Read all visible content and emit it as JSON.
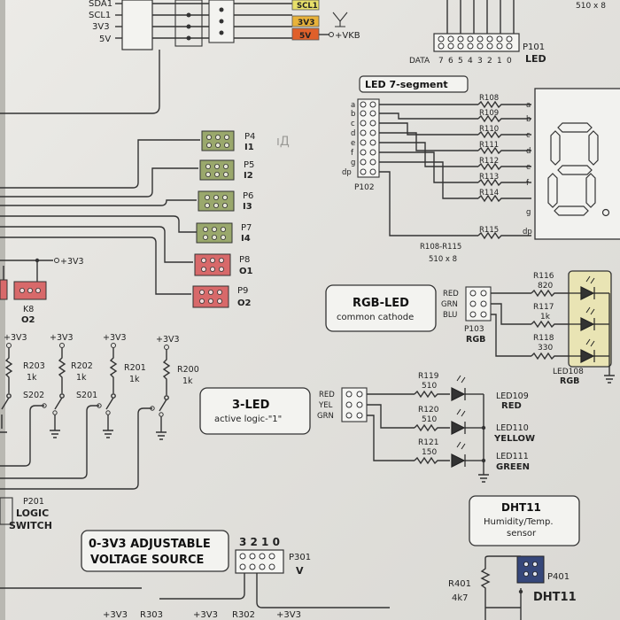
{
  "top_connector": {
    "left_pins": [
      "SDA1",
      "SCL1",
      "3V3",
      "5V"
    ],
    "badges": [
      "SCL1",
      "3V3",
      "5V"
    ],
    "badge_colors": [
      "#e8e06a",
      "#e8b23a",
      "#e0602a"
    ],
    "vkb_label": "+VKB",
    "corner_text": "510 x 8"
  },
  "p101": {
    "label": "P101",
    "caption": "LED",
    "data_label": "DATA",
    "data_pins": [
      "7",
      "6",
      "5",
      "4",
      "3",
      "2",
      "1",
      "0"
    ]
  },
  "led7": {
    "title": "LED 7-segment",
    "pin_labels": [
      "a",
      "b",
      "c",
      "d",
      "e",
      "f",
      "g",
      "dp"
    ],
    "resistors": [
      "R108",
      "R109",
      "R110",
      "R111",
      "R112",
      "R113",
      "R114",
      "R115"
    ],
    "connector": "P102",
    "caption_line1": "R108-R115",
    "caption_line2": "510 x 8"
  },
  "inputs": [
    {
      "name": "P4",
      "sub": "I1"
    },
    {
      "name": "P5",
      "sub": "I2"
    },
    {
      "name": "P6",
      "sub": "I3"
    },
    {
      "name": "P7",
      "sub": "I4"
    }
  ],
  "outputs": [
    {
      "name": "P8",
      "sub": "O1"
    },
    {
      "name": "P9",
      "sub": "O2"
    }
  ],
  "k8": {
    "label": "K8",
    "sub": "O2",
    "supply": "+3V3"
  },
  "rgb": {
    "box_title": "RGB-LED",
    "box_subtitle": "common cathode",
    "pins": [
      "RED",
      "GRN",
      "BLU"
    ],
    "connector": "P103",
    "connector_sub": "RGB",
    "resistors": [
      {
        "name": "R116",
        "value": "820"
      },
      {
        "name": "R117",
        "value": "1k"
      },
      {
        "name": "R118",
        "value": "330"
      }
    ],
    "led_label": "LED108",
    "led_sub": "RGB"
  },
  "three_led": {
    "box_title": "3-LED",
    "box_subtitle": "active logic-\"1\"",
    "pins": [
      "RED",
      "YEL",
      "GRN"
    ],
    "resistors": [
      {
        "name": "R119",
        "value": "510"
      },
      {
        "name": "R120",
        "value": "510"
      },
      {
        "name": "R121",
        "value": "150"
      }
    ],
    "leds": [
      {
        "name": "LED109",
        "color": "RED"
      },
      {
        "name": "LED110",
        "color": "YELLOW"
      },
      {
        "name": "LED111",
        "color": "GREEN"
      }
    ]
  },
  "switches": {
    "supplies": [
      "+3V3",
      "+3V3",
      "+3V3",
      "+3V3"
    ],
    "resistors": [
      {
        "name": "R203",
        "value": "1k"
      },
      {
        "name": "R202",
        "value": "1k"
      },
      {
        "name": "R201",
        "value": "1k"
      },
      {
        "name": "R200",
        "value": "1k"
      }
    ],
    "switch_labels": [
      "S202",
      "S201"
    ],
    "connector": "P201",
    "caption_line1": "LOGIC",
    "caption_line2": "SWITCH"
  },
  "voltage": {
    "box_line1": "0-3V3 ADJUSTABLE",
    "box_line2": "VOLTAGE SOURCE",
    "pins": "3 2 1 0",
    "connector": "P301",
    "connector_sub": "V",
    "bottom_labels": [
      "+3V3",
      "R303",
      "+3V3",
      "R302",
      "+3V3"
    ]
  },
  "dht": {
    "box_title": "DHT11",
    "box_line2": "Humidity/Temp.",
    "box_line3": "sensor",
    "resistor": "R401",
    "resistor_value": "4k7",
    "connector": "P401",
    "caption": "DHT11"
  }
}
